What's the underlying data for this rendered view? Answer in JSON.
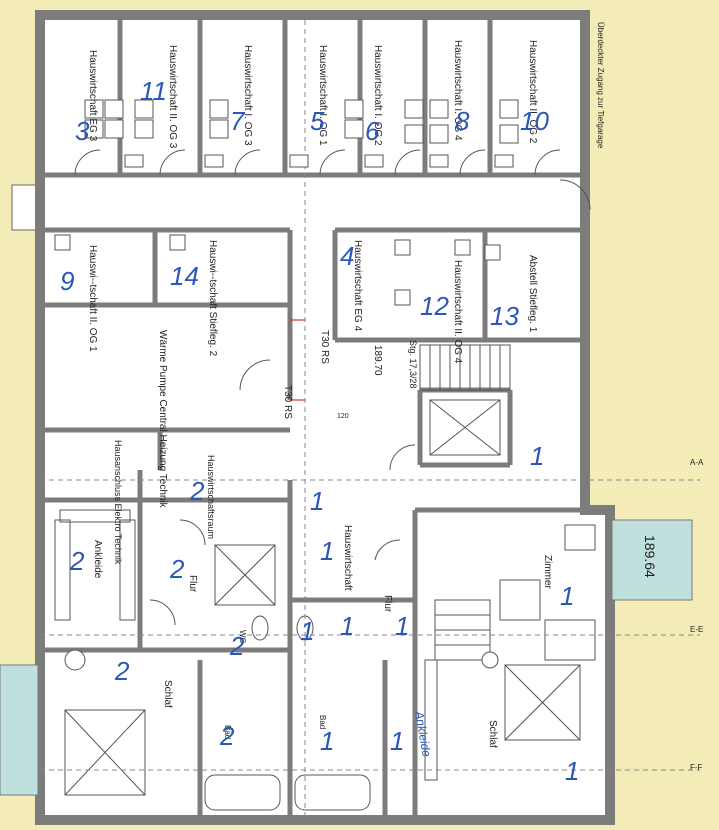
{
  "background_color": "#f3ecb6",
  "wall_color": "#8a8a8a",
  "handwriting_color": "#2b58b8",
  "glazing_color": "#bfe0dc",
  "rooms": [
    {
      "id": "hw-eg3",
      "label": "Hauswirtschaft EG 3",
      "number": "3"
    },
    {
      "id": "hw-2og3",
      "label": "Hauswirtschaft II. OG 3",
      "number": "11"
    },
    {
      "id": "hw-1og3",
      "label": "Hauswirtschaft I. OG 3",
      "number": "7"
    },
    {
      "id": "hw-1og1",
      "label": "Hauswirtschaft I. OG 1",
      "number": "5"
    },
    {
      "id": "hw-1og2",
      "label": "Hauswirtschaft I. OG 2",
      "number": "6"
    },
    {
      "id": "hw-1og4",
      "label": "Hauswirtschaft I. OG 4",
      "number": "8"
    },
    {
      "id": "hw-2og2",
      "label": "Hauswirtschaft II. OG 2",
      "number": "10"
    },
    {
      "id": "hw-2og1",
      "label": "Hauswi--tschaft II. OG 1",
      "number": "9"
    },
    {
      "id": "hw-stg2",
      "label": "Hauswi--tschaft Stiefleg. 2",
      "number": "14"
    },
    {
      "id": "hw-eg4",
      "label": "Hauswirtschaft EG 4",
      "number": "4"
    },
    {
      "id": "hw-2og4",
      "label": "Hauswirtschaft II. OG 4",
      "number": "12"
    },
    {
      "id": "abstell",
      "label": "Abstell Stiefleg. 1",
      "number": "13"
    }
  ],
  "labels": {
    "tiefgarage": "Überdeckter Zugang zur Tiefgarage",
    "heizung": "Wärme Pumpe Central Heizung Technik",
    "hausanschluss": "Hausanschluss Elektro Technik",
    "hwr": "Hauswirtschaftsraum",
    "t30rs_a": "T30 RS",
    "t30rs_b": "T30 RS",
    "stairs": "Stg. 17,3/28",
    "level_a": "189.70",
    "level_b": "189.64",
    "ankleide": "Ankleide",
    "flur_left": "Flur",
    "flur_right": "Flur",
    "hauswirtschaft": "Hauswirtschaft",
    "zimmer": "Zimmer",
    "schlaf_left": "Schlaf",
    "schlaf_right": "Schlaf",
    "bad_left": "Bad",
    "bad_mid": "Bad",
    "wc": "WC",
    "axis_aa": "A-A",
    "axis_ee": "E-E",
    "axis_ff": "F-F",
    "area": "120",
    "ankleide_hw": "Ankleide"
  },
  "unit_numbers": {
    "u1_a": "1",
    "u1_b": "1",
    "u1_c": "1",
    "u1_d": "1",
    "u1_e": "1",
    "u1_f": "1",
    "u1_g": "1",
    "u1_h": "1",
    "u1_i": "1",
    "u1_j": "1",
    "u2_a": "2",
    "u2_b": "2",
    "u2_c": "2",
    "u2_d": "2",
    "u2_e": "2",
    "u2_f": "2"
  }
}
